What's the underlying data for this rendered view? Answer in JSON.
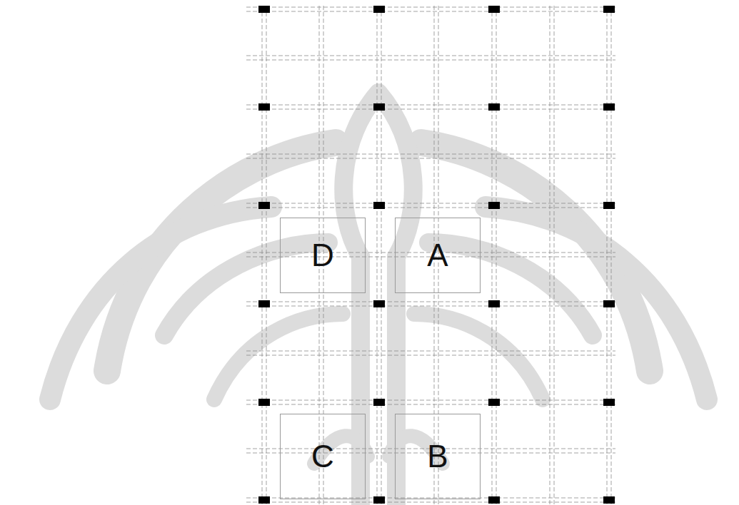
{
  "diagram": {
    "nodes": [
      {
        "text": [
          "D"
        ]
      },
      {
        "text": [
          "A"
        ]
      },
      {
        "text": [
          "C"
        ]
      },
      {
        "text": [
          "B"
        ]
      }
    ]
  }
}
